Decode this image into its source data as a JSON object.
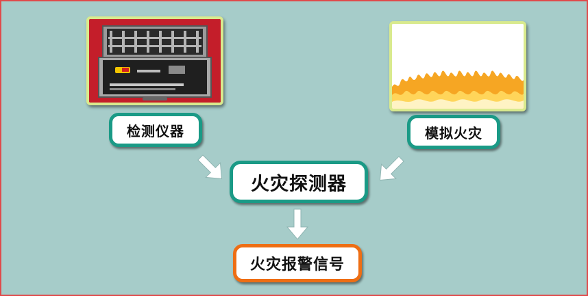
{
  "diagram": {
    "nodes": {
      "instrument": {
        "label": "检测仪器",
        "image_icon": "instrument-case-photo"
      },
      "simulated_fire": {
        "label": "模拟火灾",
        "image_icon": "flames-picture"
      },
      "detector": {
        "label": "火灾探测器"
      },
      "alarm": {
        "label": "火灾报警信号"
      }
    },
    "edges": [
      {
        "from": "instrument",
        "to": "detector"
      },
      {
        "from": "simulated_fire",
        "to": "detector"
      },
      {
        "from": "detector",
        "to": "alarm"
      }
    ]
  },
  "colors": {
    "background": "#a6ccc9",
    "frame": "#e04a4a",
    "teal_border": "#1a9a86",
    "orange_border": "#ee6e14",
    "arrow": "#ffffff",
    "photo_frame": "#d9ea8e"
  }
}
